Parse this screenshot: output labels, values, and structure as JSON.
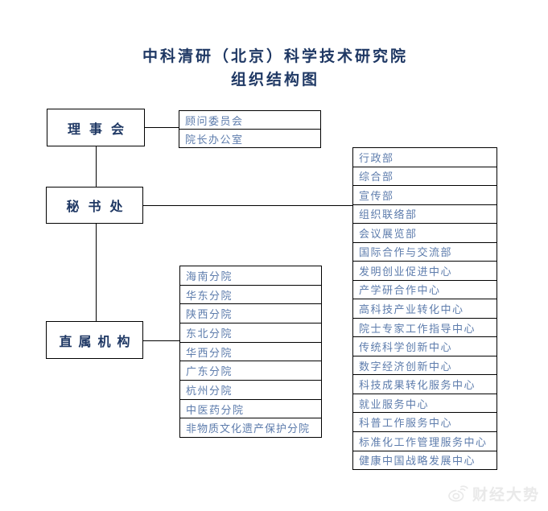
{
  "title": {
    "line1": "中科清研（北京）科学技术研究院",
    "line2": "组织结构图"
  },
  "nodes": {
    "board": "理事会",
    "secretariat": "秘书处",
    "direct_orgs": "直属机构"
  },
  "board_children": [
    "顾问委员会",
    "院长办公室"
  ],
  "departments": [
    "行政部",
    "综合部",
    "宣传部",
    "组织联络部",
    "会议展览部",
    "国际合作与交流部",
    "发明创业促进中心",
    "产学研合作中心",
    "高科技产业转化中心",
    "院士专家工作指导中心",
    "传统科学创新中心",
    "数字经济创新中心",
    "科技成果转化服务中心",
    "就业服务中心",
    "科普工作服务中心",
    "标准化工作管理服务中心",
    "健康中国战略发展中心"
  ],
  "branches": [
    "海南分院",
    "华东分院",
    "陕西分院",
    "东北分院",
    "华西分院",
    "广东分院",
    "杭州分院",
    "中医药分院",
    "非物质文化遗产保护分院"
  ],
  "watermark": {
    "text": "财经大势"
  },
  "colors": {
    "title_text": "#1F3864",
    "node_text": "#1F3864",
    "row_text": "#5d7cac",
    "border": "#000000",
    "watermark": "#e9e9e9"
  }
}
